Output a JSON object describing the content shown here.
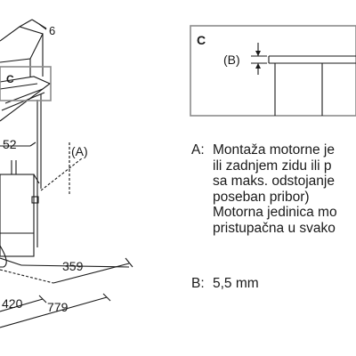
{
  "detail": {
    "letter": "C",
    "ref_label": "(B)"
  },
  "dims": {
    "top_offset": "6",
    "d52": "52",
    "d359": "359",
    "d420": "420",
    "d779": "779"
  },
  "callouts": {
    "c_box": "C",
    "a_label": "(A)"
  },
  "notes": {
    "a_key": "A:",
    "a_lines": [
      "Montaža motorne je",
      "ili zadnjem zidu ili p",
      "sa maks. odstojanje",
      "poseban pribor)",
      "Motorna jedinica mo",
      "pristupačna u svako"
    ],
    "b_key": "B:",
    "b_text": "5,5 mm"
  },
  "colors": {
    "line": "#1a1a1a",
    "highlight_box": "#8c8c8c"
  }
}
